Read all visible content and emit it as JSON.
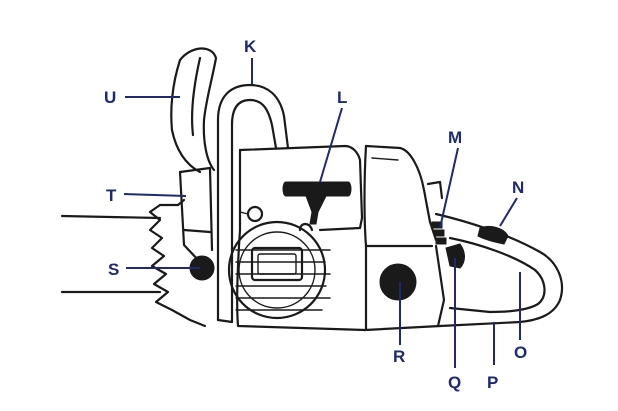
{
  "labels": {
    "K": "K",
    "L": "L",
    "M": "M",
    "N": "N",
    "O": "O",
    "P": "P",
    "Q": "Q",
    "R": "R",
    "S": "S",
    "T": "T",
    "U": "U"
  },
  "colors": {
    "label": "#1f2a6b",
    "line": "#1a1a1a"
  }
}
